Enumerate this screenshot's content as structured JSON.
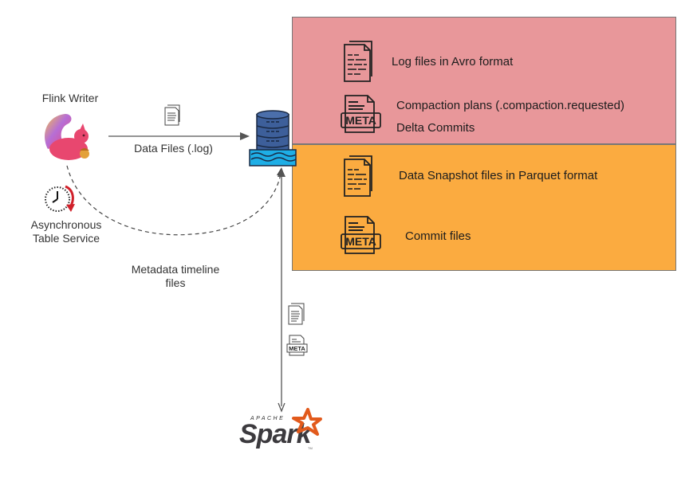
{
  "writer": {
    "title": "Flink Writer",
    "icon": "flink-squirrel-icon"
  },
  "table_service": {
    "label_line1": "Asynchronous",
    "label_line2": "Table Service",
    "icon": "clock-refresh-icon"
  },
  "data_flow": {
    "label": "Data Files (.log)",
    "icon": "document-icon"
  },
  "metadata_flow": {
    "label_line1": "Metadata timeline",
    "label_line2": "files"
  },
  "storage": {
    "icon": "data-lake-database-icon",
    "panels": [
      {
        "name": "log-panel",
        "color": "#e8979a",
        "items": [
          {
            "icon": "document-icon",
            "label": "Log files in Avro format"
          },
          {
            "icon": "meta-file-icon",
            "label": "Compaction plans (.compaction.requested)",
            "label2": "Delta Commits"
          }
        ]
      },
      {
        "name": "base-panel",
        "color": "#fbab40",
        "items": [
          {
            "icon": "document-icon",
            "label": "Data Snapshot files in Parquet format"
          },
          {
            "icon": "meta-file-icon",
            "label": "Commit files"
          }
        ]
      }
    ]
  },
  "reader": {
    "name": "Apache Spark",
    "logo_small": "APACHE",
    "logo_main": "Spark",
    "tm": "TM",
    "icons": [
      "document-icon",
      "meta-file-icon"
    ],
    "meta_text": "META"
  },
  "colors": {
    "db_body": "#3d5f9a",
    "water": "#1eaee6",
    "spark_orange": "#e25a1c",
    "clock_arrow": "#d0202a"
  }
}
